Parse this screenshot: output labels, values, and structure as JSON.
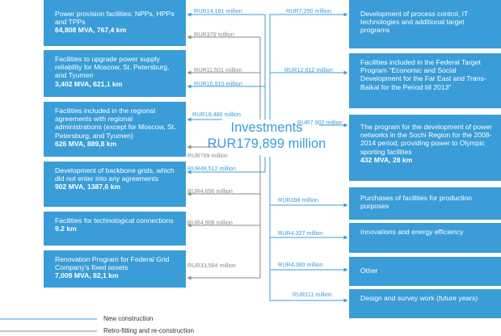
{
  "colors": {
    "new": "#3a9dd8",
    "retro": "#8a8a8a",
    "box": "#3a9dd8"
  },
  "center": {
    "line1": "Investments",
    "line2": "RUR179,899 million"
  },
  "left_boxes": [
    {
      "title": "Power provision facilities: NPPs, HPPs and TPPs",
      "stats": "64,808 MVA, 767,4 km"
    },
    {
      "title": "Facilities to upgrade power supply reliability for Moscow, St. Petersburg, and Tyumen",
      "stats": "3,402  MVA, 621,1 km"
    },
    {
      "title": "Facilities included in the regional agreements with regional administrations (except for Moscow, St. Petersburg, and Tyumen)",
      "stats": "626 MVA, 889,8 km"
    },
    {
      "title": "Development of backbone grids, which did not enter into any agreements",
      "stats": "902 MVA, 1387,6 km"
    },
    {
      "title": "Facilities for technological connections",
      "stats": "9.2 km"
    },
    {
      "title": "Renovation Program for Federal Grid Company's fixed assets",
      "stats": "7,009 MVA, 82,1 km"
    }
  ],
  "right_boxes": [
    {
      "title": "Development of process control, IT technologies and additional target programs",
      "stats": ""
    },
    {
      "title": "Facilities included in the Federal Target Program \"Economic and Social Development for the Far East and Trans-Baikal for the Period till 2013\"",
      "stats": ""
    },
    {
      "title": "The program for the development of power networks in the Sochi Region for the 2008-2014 period, providing power to Olympic sporting facilities",
      "stats": "432 MVA, 28 km"
    },
    {
      "title": "Purchases of facilities for production purposes",
      "stats": ""
    },
    {
      "title": "Innovations and energy efficiency",
      "stats": ""
    },
    {
      "title": "Other",
      "stats": ""
    },
    {
      "title": "Design and survey work (future years)",
      "stats": ""
    }
  ],
  "labels_left": [
    {
      "text": "RUR14,191  million",
      "kind": "new"
    },
    {
      "text": "RUR379  million",
      "kind": "retro"
    },
    {
      "text": "RUR11,501 million",
      "kind": "retro"
    },
    {
      "text": "RUR10,915 million",
      "kind": "new"
    },
    {
      "text": "RUR18,486  million",
      "kind": "new"
    },
    {
      "text": "RUR789 million",
      "kind": "retro"
    },
    {
      "text": "RUR48,512 million",
      "kind": "new"
    },
    {
      "text": "RUR4,656 million",
      "kind": "retro"
    },
    {
      "text": "RUR4,908 million",
      "kind": "retro"
    },
    {
      "text": "RUR33,584 million",
      "kind": "retro"
    }
  ],
  "labels_right": [
    {
      "text": "RUR7,290  million",
      "kind": "new"
    },
    {
      "text": "RUR12,612 million",
      "kind": "new"
    },
    {
      "text": "RUR7,902 million",
      "kind": "new"
    },
    {
      "text": "RUR398 million",
      "kind": "new"
    },
    {
      "text": "RUR4,327  million",
      "kind": "new"
    },
    {
      "text": "RUR4,360  million",
      "kind": "new"
    },
    {
      "text": "RUR111 million",
      "kind": "new"
    }
  ],
  "legend": {
    "new": "New construction",
    "retro": "Retro-fitting and re-construction"
  }
}
